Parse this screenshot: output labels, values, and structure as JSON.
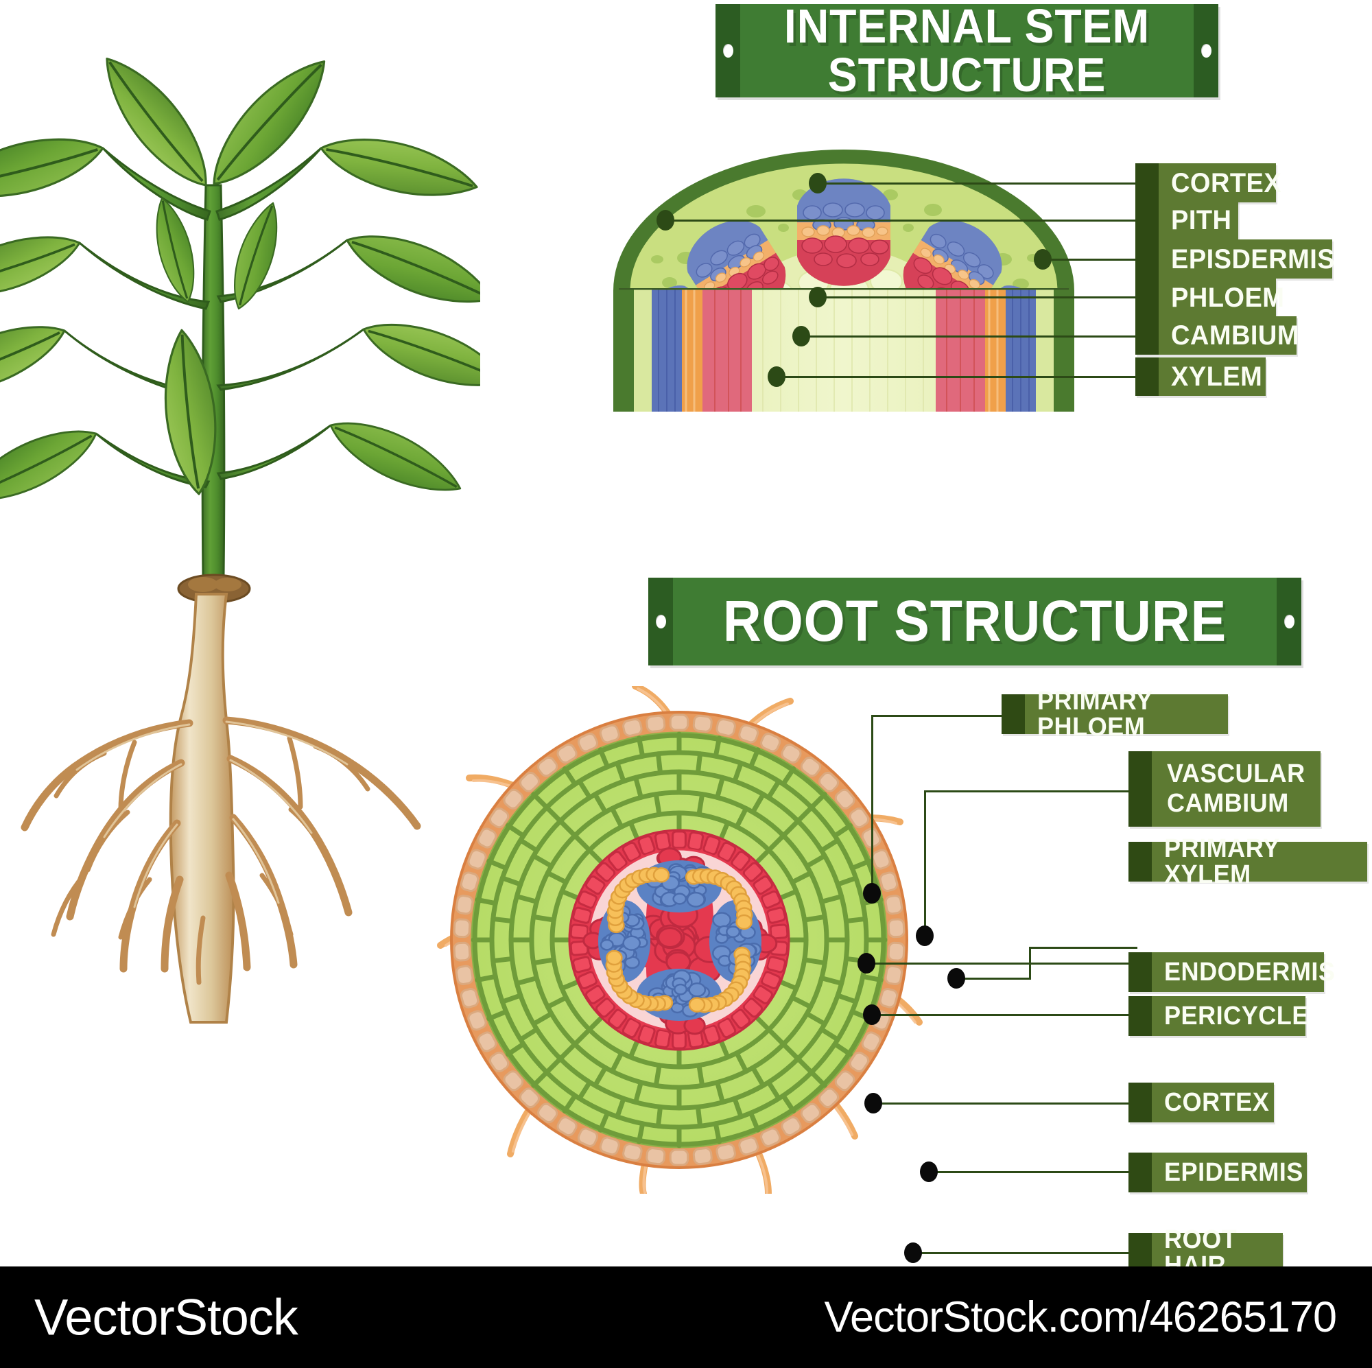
{
  "titles": {
    "stem": "INTERNAL STEM\nSTRUCTURE",
    "root": "ROOT STRUCTURE"
  },
  "stem_labels": [
    {
      "id": "cortex",
      "text": "CORTEX"
    },
    {
      "id": "pith",
      "text": "PITH"
    },
    {
      "id": "episdermis",
      "text": "EPISDERMIS"
    },
    {
      "id": "phloem",
      "text": "PHLOEM"
    },
    {
      "id": "cambium",
      "text": "CAMBIUM"
    },
    {
      "id": "xylem",
      "text": "XYLEM"
    }
  ],
  "root_labels": [
    {
      "id": "primary-phloem",
      "text": "PRIMARY PHLOEM"
    },
    {
      "id": "vascular-cambium",
      "text": "VASCULAR\nCAMBIUM"
    },
    {
      "id": "primary-xylem",
      "text": "PRIMARY XYLEM"
    },
    {
      "id": "endodermis",
      "text": "ENDODERMIS"
    },
    {
      "id": "pericycle",
      "text": "PERICYCLE"
    },
    {
      "id": "cortex",
      "text": "CORTEX"
    },
    {
      "id": "epidermis",
      "text": "EPIDERMIS"
    },
    {
      "id": "root-hair",
      "text": "ROOT HAIR"
    }
  ],
  "footer": {
    "logo": "VectorStock",
    "url": "VectorStock.com/46265170"
  },
  "colors": {
    "plaque_green": "#3f7c33",
    "plaque_endcap": "#2c5c22",
    "label_green": "#5d7a32",
    "label_endcap": "#2f4a14",
    "leader_line": "#2c4a16",
    "leaf_green": "#7aad3e",
    "leaf_dark": "#3f7127",
    "stem_green": "#4f8c2f",
    "root_tan": "#c99b63",
    "root_pale": "#ece0c4",
    "stem_epidermis": "#4a7a2e",
    "stem_cortex": "#c3dd76",
    "stem_pith": "#e6eeb4",
    "xylem_red": "#d4405c",
    "phloem_blue": "#5b73b8",
    "cambium_orange": "#f0a04a",
    "root_epidermis": "#e79a5e",
    "root_epi_cell": "#e9c3a4",
    "root_cortex": "#bde06f",
    "root_cortex_line": "#6f9c3a",
    "root_stele_red": "#e4394f",
    "root_pink": "#f9d5d5",
    "root_hair_color": "#f0ab64"
  }
}
